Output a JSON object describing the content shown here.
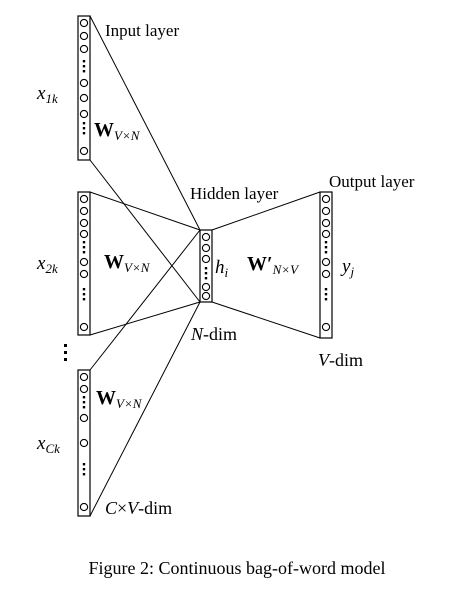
{
  "labels": {
    "input_layer": "Input layer",
    "hidden_layer": "Hidden layer",
    "output_layer": "Output layer",
    "x1_base": "x",
    "x1_sub": "1k",
    "x2_base": "x",
    "x2_sub": "2k",
    "xc_base": "x",
    "xc_sub": "Ck",
    "w_base": "W",
    "w_sub": "V×N",
    "wp_base": "W′",
    "wp_sub": "N×V",
    "h_base": "h",
    "h_sub": "i",
    "y_base": "y",
    "y_sub": "j",
    "n_dim_var": "N",
    "n_dim_rest": "-dim",
    "v_dim_var": "V",
    "v_dim_rest": "-dim",
    "cv_dim_c": "C",
    "cv_dim_x": "×",
    "cv_dim_v": "V",
    "cv_dim_rest": "-dim"
  },
  "caption": "Figure 2: Continuous bag-of-word model"
}
